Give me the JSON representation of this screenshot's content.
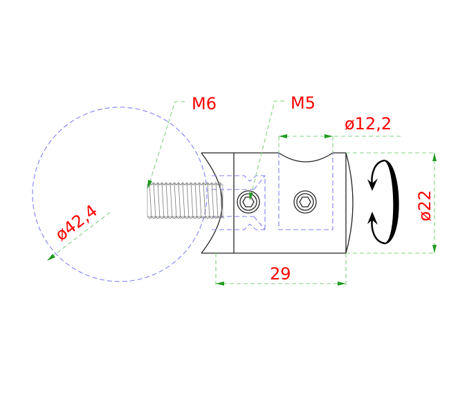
{
  "drawing": {
    "title": "Cross connector tube fitting technical drawing",
    "labels": {
      "thread_large": "M6",
      "thread_small": "M5",
      "tube_diameter": "ø12,2",
      "body_diameter": "ø22",
      "post_diameter": "ø42,4",
      "length": "29"
    },
    "colors": {
      "dimension_text": "#ff0000",
      "dimension_line": "#7fd27f",
      "arrowhead": "#1e9b1e",
      "hidden_line": "#7f7ff5",
      "outline": "#222222",
      "rotation_symbol": "#000000"
    },
    "symbols": [
      "rotation-arrows-icon",
      "hex-socket-screw-icon",
      "hex-socket-screw-icon"
    ]
  }
}
